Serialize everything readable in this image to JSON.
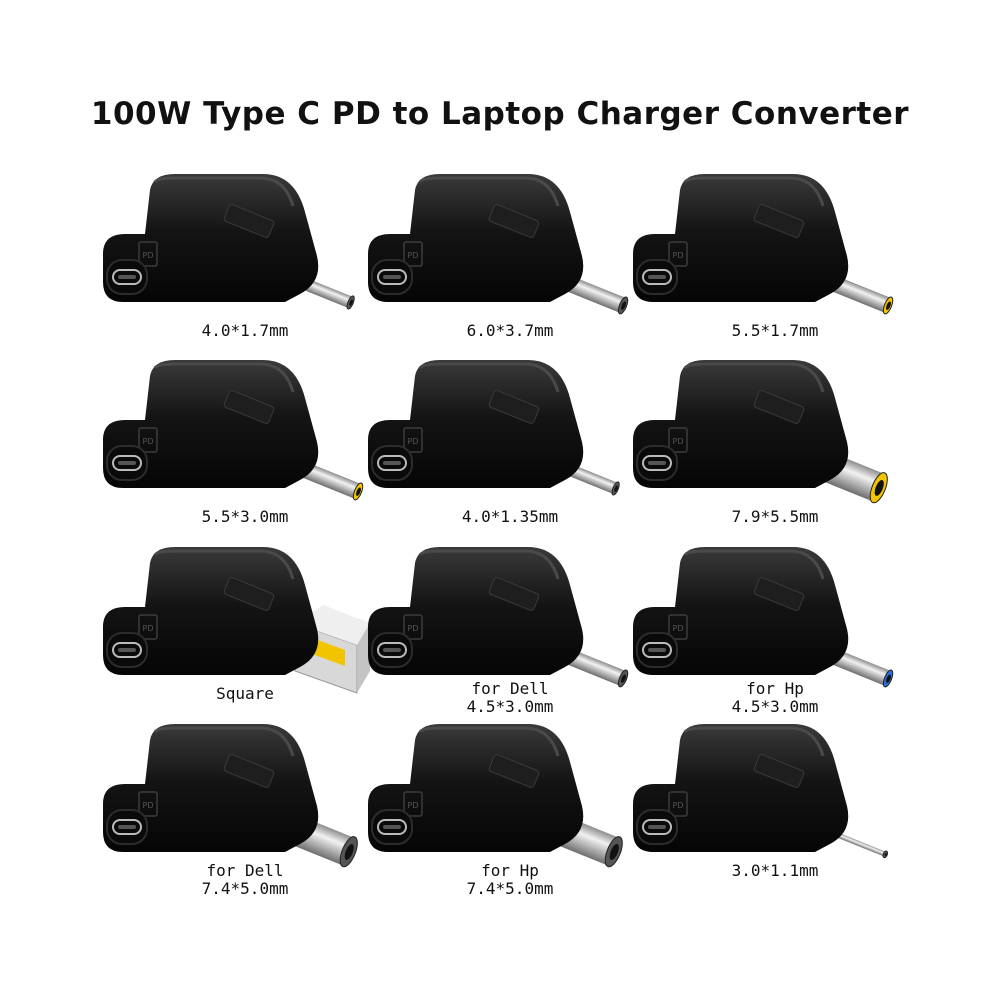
{
  "title": "100W Type C PD to Laptop Charger Converter",
  "colors": {
    "body": "#141414",
    "body_highlight": "#3a3a3a",
    "metal": "#c9c9c9",
    "yellow_ring": "#f2c400",
    "blue_ring": "#2b6fd6"
  },
  "products": [
    {
      "label": "4.0*1.7mm",
      "sublabel": "",
      "tip": "thin",
      "ring": "none",
      "embossed": "PD"
    },
    {
      "label": "6.0*3.7mm",
      "sublabel": "",
      "tip": "medium",
      "ring": "none",
      "embossed": "PD"
    },
    {
      "label": "5.5*1.7mm",
      "sublabel": "",
      "tip": "medium",
      "ring": "yellow",
      "embossed": "PD"
    },
    {
      "label": "5.5*3.0mm",
      "sublabel": "",
      "tip": "medium",
      "ring": "yellow",
      "embossed": "PD"
    },
    {
      "label": "4.0*1.35mm",
      "sublabel": "",
      "tip": "thin",
      "ring": "none",
      "embossed": "PD"
    },
    {
      "label": "7.9*5.5mm",
      "sublabel": "",
      "tip": "wide",
      "ring": "yellow",
      "embossed": "PD"
    },
    {
      "label": "Square",
      "sublabel": "",
      "tip": "square",
      "ring": "yellow",
      "embossed": "PD"
    },
    {
      "label": "for Dell",
      "sublabel": "4.5*3.0mm",
      "tip": "medium",
      "ring": "none",
      "embossed": "PD"
    },
    {
      "label": "for Hp",
      "sublabel": "4.5*3.0mm",
      "tip": "medium",
      "ring": "blue",
      "embossed": "PD"
    },
    {
      "label": "for Dell",
      "sublabel": "7.4*5.0mm",
      "tip": "wide",
      "ring": "none",
      "embossed": "PD"
    },
    {
      "label": "for Hp",
      "sublabel": "7.4*5.0mm",
      "tip": "wide",
      "ring": "none",
      "embossed": "PD"
    },
    {
      "label": "3.0*1.1mm",
      "sublabel": "",
      "tip": "pin",
      "ring": "none",
      "embossed": "PD"
    }
  ]
}
